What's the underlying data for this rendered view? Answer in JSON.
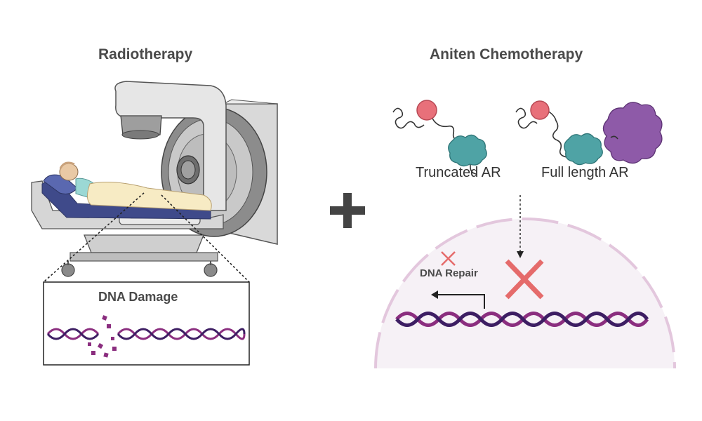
{
  "titles": {
    "left": "Radiotherapy",
    "right": "Aniten Chemotherapy"
  },
  "labels": {
    "truncated_ar": "Truncated AR",
    "full_length_ar": "Full length AR",
    "dna_repair": "DNA Repair",
    "dna_damage": "DNA Damage"
  },
  "icons": {
    "linac": "radiotherapy-machine-icon",
    "patient": "patient-on-bed-icon",
    "plus": "plus-icon",
    "block": "x-mark-icon",
    "repair_block": "small-x-mark-icon"
  },
  "colors": {
    "dna_strand_a": "#3d1e63",
    "dna_strand_b": "#8b2e7f",
    "red_x": "#e56b6b",
    "ligand": "#e8707a",
    "ar_domain": "#4fa3a5",
    "full_domain": "#8e5aa8",
    "nucleus_fill": "#f6f1f6",
    "nucleus_border": "#e3c7dd"
  }
}
